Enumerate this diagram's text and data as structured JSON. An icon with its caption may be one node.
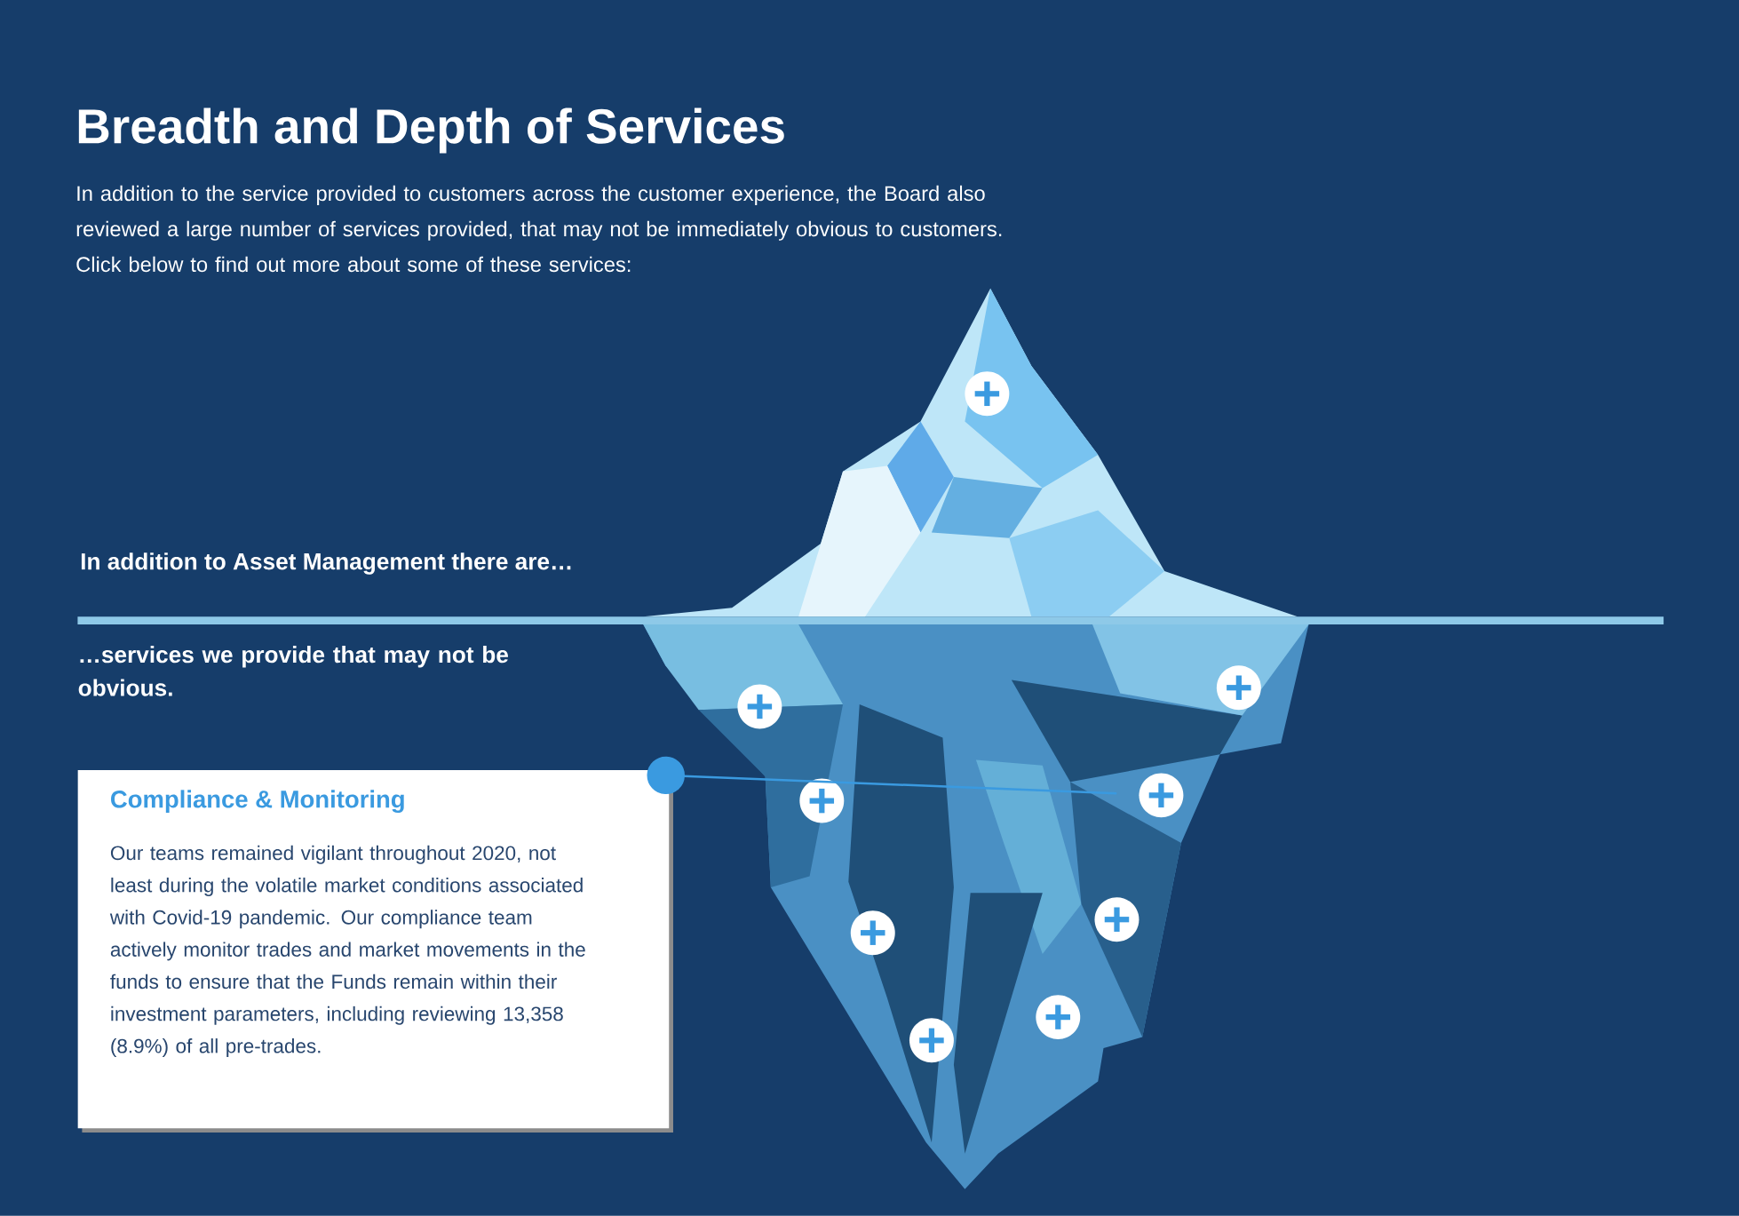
{
  "diagram": {
    "title": "Breadth and Depth of Services",
    "nodes": [
      {
        "text": [
          "Compliance & Monitoring",
          "Our teams remained vigilant throughout 2020, not least during the volatile market conditions associated with Covid-19 pandemic. Our compliance team actively monitor trades and market movements in the funds to ensure that the Funds remain within their investment parameters, including reviewing 13,358 (8.9%) of all pre-trades."
        ]
      },
      {
        "text": [],
        "shape": "circle"
      },
      {
        "text": [],
        "shape": "circle"
      },
      {
        "text": [],
        "shape": "circle"
      },
      {
        "text": [],
        "shape": "circle"
      },
      {
        "text": [],
        "shape": "circle"
      },
      {
        "text": [],
        "shape": "circle"
      },
      {
        "text": [],
        "shape": "circle"
      },
      {
        "text": [],
        "shape": "circle"
      },
      {
        "text": [],
        "shape": "circle"
      }
    ],
    "edges": [
      {
        "from": 0,
        "to": 4,
        "arrow": "other"
      }
    ],
    "labels": [
      "In addition to the service provided to customers across the customer experience, the Board also reviewed a large number of services provided, that may not be immediately obvious to customers. Click below to find out more about some of these services:",
      "In addition to Asset Management there are…",
      "…services we provide that may not be obvious."
    ]
  }
}
